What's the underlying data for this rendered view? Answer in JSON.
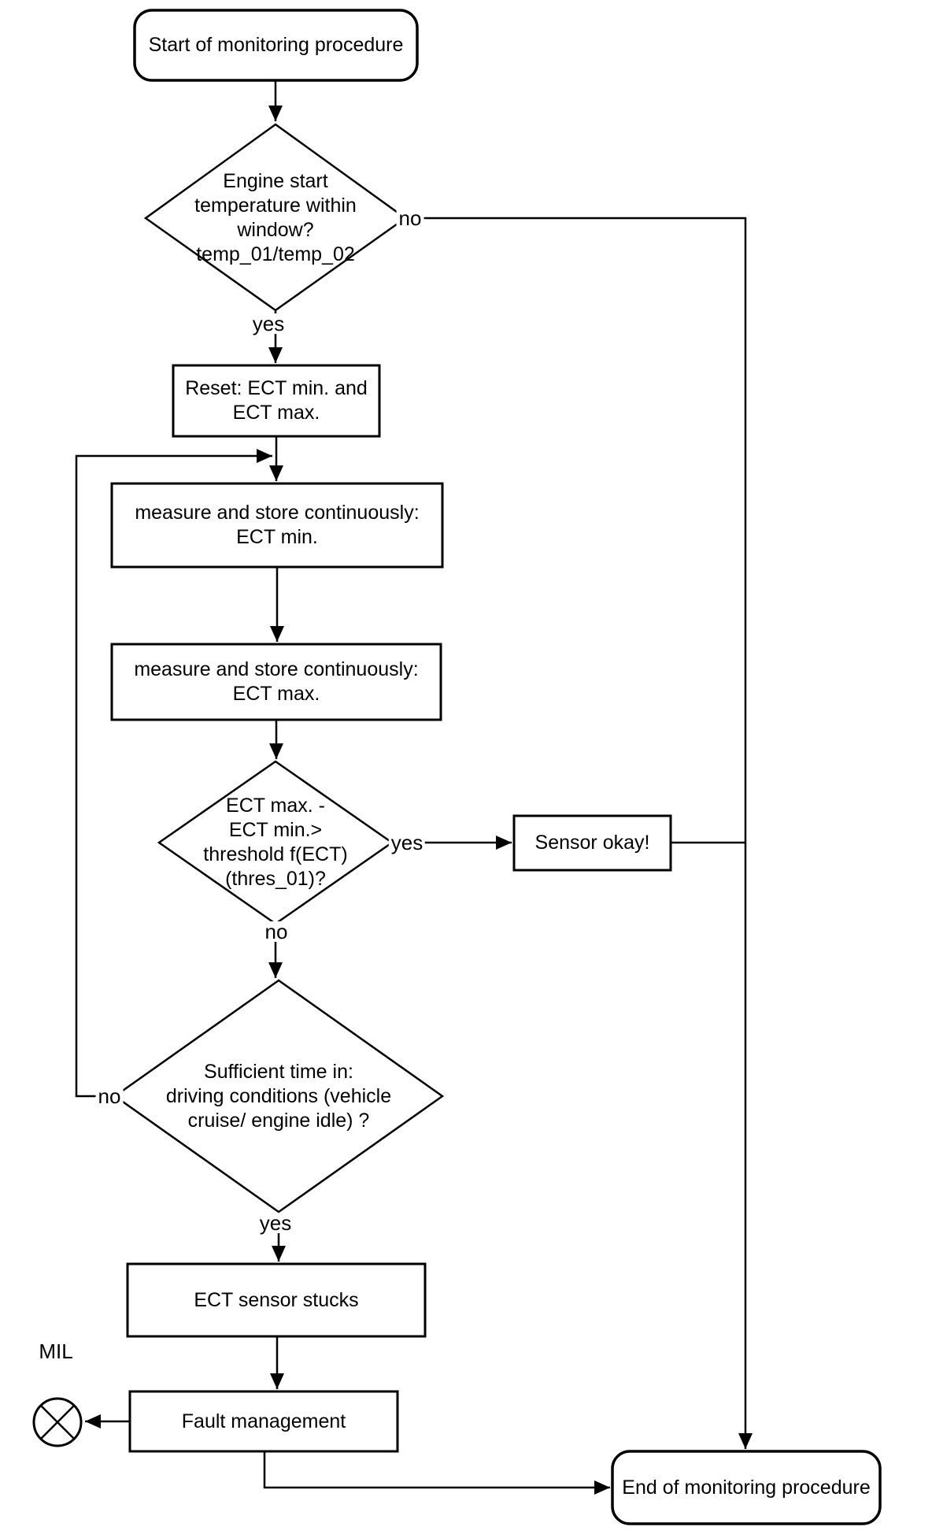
{
  "diagram": {
    "type": "flowchart",
    "background_color": "#ffffff",
    "line_color": "#000000",
    "text_color": "#000000",
    "nodes": {
      "start": {
        "type": "terminator",
        "label": "Start of monitoring procedure"
      },
      "engine_start_temp_decision": {
        "type": "decision",
        "label": "Engine start\ntemperature within\nwindow?\ntemp_01/temp_02"
      },
      "reset_ect": {
        "type": "process",
        "label": "Reset: ECT min. and\nECT max."
      },
      "measure_ect_min": {
        "type": "process",
        "label": "measure and store continuously:\nECT min."
      },
      "measure_ect_max": {
        "type": "process",
        "label": "measure and store continuously:\nECT max."
      },
      "threshold_decision": {
        "type": "decision",
        "label": "ECT max. -\nECT min.>\nthreshold f(ECT)\n(thres_01)?"
      },
      "sensor_okay": {
        "type": "process",
        "label": "Sensor okay!"
      },
      "sufficient_time_decision": {
        "type": "decision",
        "label": "Sufficient time in:\ndriving conditions (vehicle\ncruise/ engine idle) ?"
      },
      "ect_sensor_stucks": {
        "type": "process",
        "label": "ECT sensor stucks"
      },
      "fault_management": {
        "type": "process",
        "label": "Fault management"
      },
      "end": {
        "type": "terminator",
        "label": "End of monitoring procedure"
      },
      "mil_indicator": {
        "type": "lamp-symbol",
        "label": "MIL"
      }
    },
    "edge_labels": {
      "engine_temp_no": "no",
      "engine_temp_yes": "yes",
      "threshold_yes": "yes",
      "threshold_no": "no",
      "sufficient_time_no": "no",
      "sufficient_time_yes": "yes"
    }
  }
}
